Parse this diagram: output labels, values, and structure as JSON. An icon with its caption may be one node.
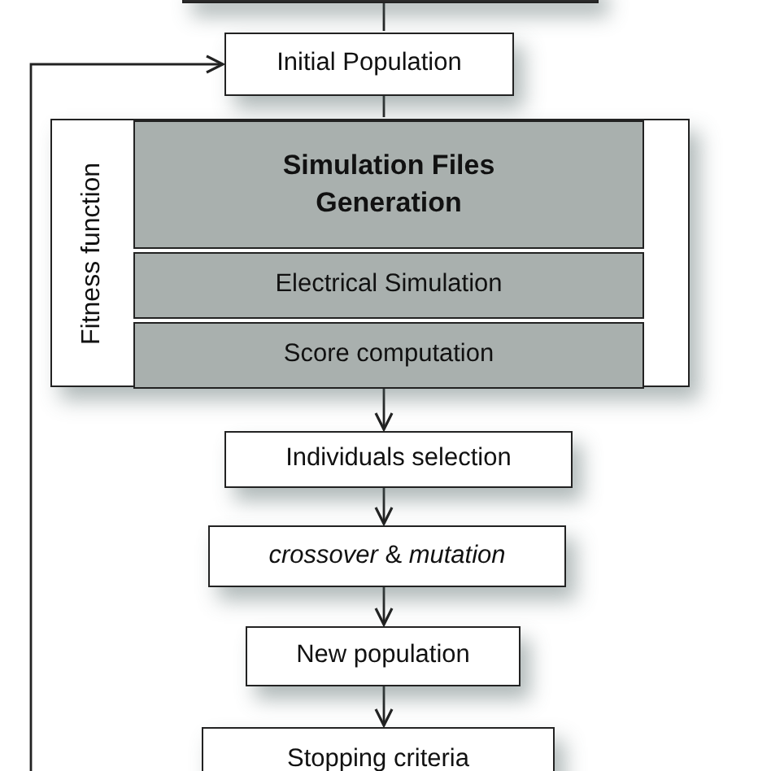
{
  "diagram": {
    "nodes": [
      {
        "text": [],
        "shape": "box"
      },
      {
        "text": [
          "Initial Population"
        ]
      },
      {
        "text": [
          "Fitness function"
        ]
      },
      {
        "text": [
          "Simulation Files Generation"
        ],
        "in": 2
      },
      {
        "text": [
          "Electrical Simulation"
        ],
        "in": 2
      },
      {
        "text": [
          "Score computation"
        ],
        "in": 2
      },
      {
        "text": [
          "Individuals selection"
        ]
      },
      {
        "text": [
          "*crossover* & *mutation*"
        ]
      },
      {
        "text": [
          "New population"
        ]
      },
      {
        "text": [
          "Stopping criteria"
        ]
      }
    ],
    "edges": [
      {
        "from": 0,
        "to": 1,
        "arrow": "none"
      },
      {
        "from": 1,
        "to": 2,
        "arrow": "none"
      },
      {
        "from": 2,
        "to": 6,
        "arrow": "to"
      },
      {
        "from": 6,
        "to": 7,
        "arrow": "to"
      },
      {
        "from": 7,
        "to": 8,
        "arrow": "to"
      },
      {
        "from": 8,
        "to": 9,
        "arrow": "to"
      },
      {
        "from": 9,
        "to": 1,
        "arrow": "to"
      }
    ]
  }
}
